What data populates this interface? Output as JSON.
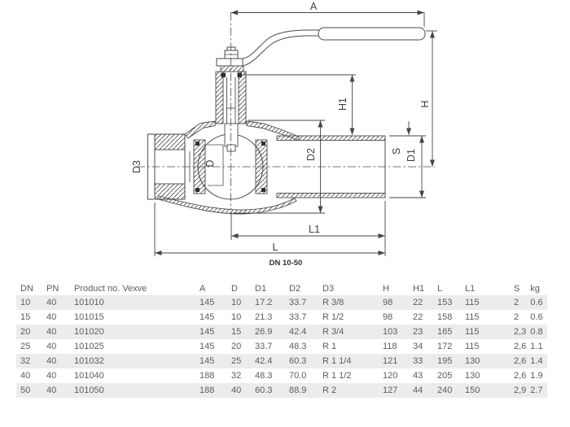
{
  "diagram": {
    "labels": {
      "A": "A",
      "H": "H",
      "H1": "H1",
      "D": "D",
      "D1": "D1",
      "D2": "D2",
      "D3": "D3",
      "S": "S",
      "L": "L",
      "L1": "L1"
    },
    "caption": "DN 10-50"
  },
  "table": {
    "columns": [
      "DN",
      "PN",
      "Product no. Vexve",
      "A",
      "D",
      "D1",
      "D2",
      "D3",
      "H",
      "H1",
      "L",
      "L1",
      "S",
      "kg"
    ],
    "rows": [
      [
        "10",
        "40",
        "101010",
        "145",
        "10",
        "17.2",
        "33.7",
        "R 3/8",
        "98",
        "22",
        "153",
        "115",
        "2",
        "0.6"
      ],
      [
        "15",
        "40",
        "101015",
        "145",
        "10",
        "21.3",
        "33.7",
        "R 1/2",
        "98",
        "22",
        "158",
        "115",
        "2",
        "0.6"
      ],
      [
        "20",
        "40",
        "101020",
        "145",
        "15",
        "26.9",
        "42.4",
        "R 3/4",
        "103",
        "23",
        "165",
        "115",
        "2,3",
        "0.8"
      ],
      [
        "25",
        "40",
        "101025",
        "145",
        "20",
        "33.7",
        "48.3",
        "R 1",
        "118",
        "34",
        "172",
        "115",
        "2,6",
        "1.1"
      ],
      [
        "32",
        "40",
        "101032",
        "145",
        "25",
        "42.4",
        "60.3",
        "R 1 1/4",
        "121",
        "33",
        "195",
        "130",
        "2,6",
        "1.4"
      ],
      [
        "40",
        "40",
        "101040",
        "188",
        "32",
        "48.3",
        "70.0",
        "R 1 1/2",
        "120",
        "43",
        "205",
        "130",
        "2,6",
        "1.9"
      ],
      [
        "50",
        "40",
        "101050",
        "188",
        "40",
        "60.3",
        "88.9",
        "R 2",
        "127",
        "44",
        "240",
        "150",
        "2,9",
        "2.7"
      ]
    ]
  },
  "colors": {
    "row_band": "#ececec",
    "line": "#4a4a4a",
    "table_text": "#5c5c5c"
  }
}
